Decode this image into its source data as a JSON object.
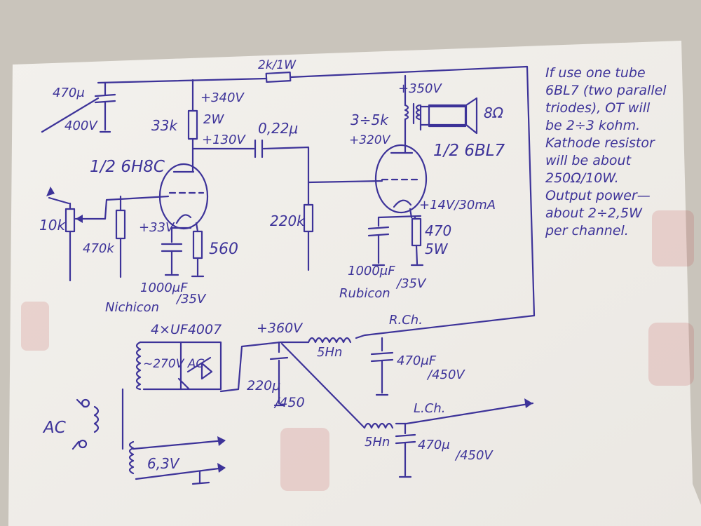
{
  "labels": {
    "r_2k": "2k/1W",
    "c_470u": "470μ",
    "c_470u_v": "400V",
    "b_340": "+340V",
    "r_33k": "33k",
    "r_33k_w": "2W",
    "b_130": "+130V",
    "c_022": "0,22μ",
    "tube1": "1/2 6H8C",
    "pot": "10k",
    "r_470k": "470k",
    "cath1_v": "+33V",
    "r_560": "560",
    "c1_val": "1000μF",
    "c1_v": "/35V",
    "c1_brand": "Nichicon",
    "r_220k": "220k",
    "b_350": "+350V",
    "ot_ratio": "3÷5k",
    "spk": "8Ω",
    "b_320": "+320V",
    "tube2": "1/2 6BL7",
    "cath2": "+14V/30mA",
    "r_470": "470",
    "r_470_w": "5W",
    "c2_val": "1000μF",
    "c2_v": "/35V",
    "c2_brand": "Rubicon",
    "diodes": "4×UF4007",
    "ac_270": "~270V AC",
    "b_360": "+360V",
    "choke1": "5Hn",
    "rch": "R.Ch.",
    "c_rch": "470μF",
    "c_rch_v": "/450V",
    "c_220": "220μ",
    "c_220_v": "/450",
    "lch": "L.Ch.",
    "choke2": "5Hn",
    "c_lch": "470μ",
    "c_lch_v": "/450V",
    "ac": "AC",
    "heater": "6,3V"
  },
  "note_lines": [
    "If use one tube",
    "6BL7 (two parallel",
    "triodes), OT will",
    "be 2÷3 kohm.",
    "Kathode resistor",
    "will be about",
    "250Ω/10W.",
    "Output power—",
    "about 2÷2,5W",
    "per channel."
  ]
}
